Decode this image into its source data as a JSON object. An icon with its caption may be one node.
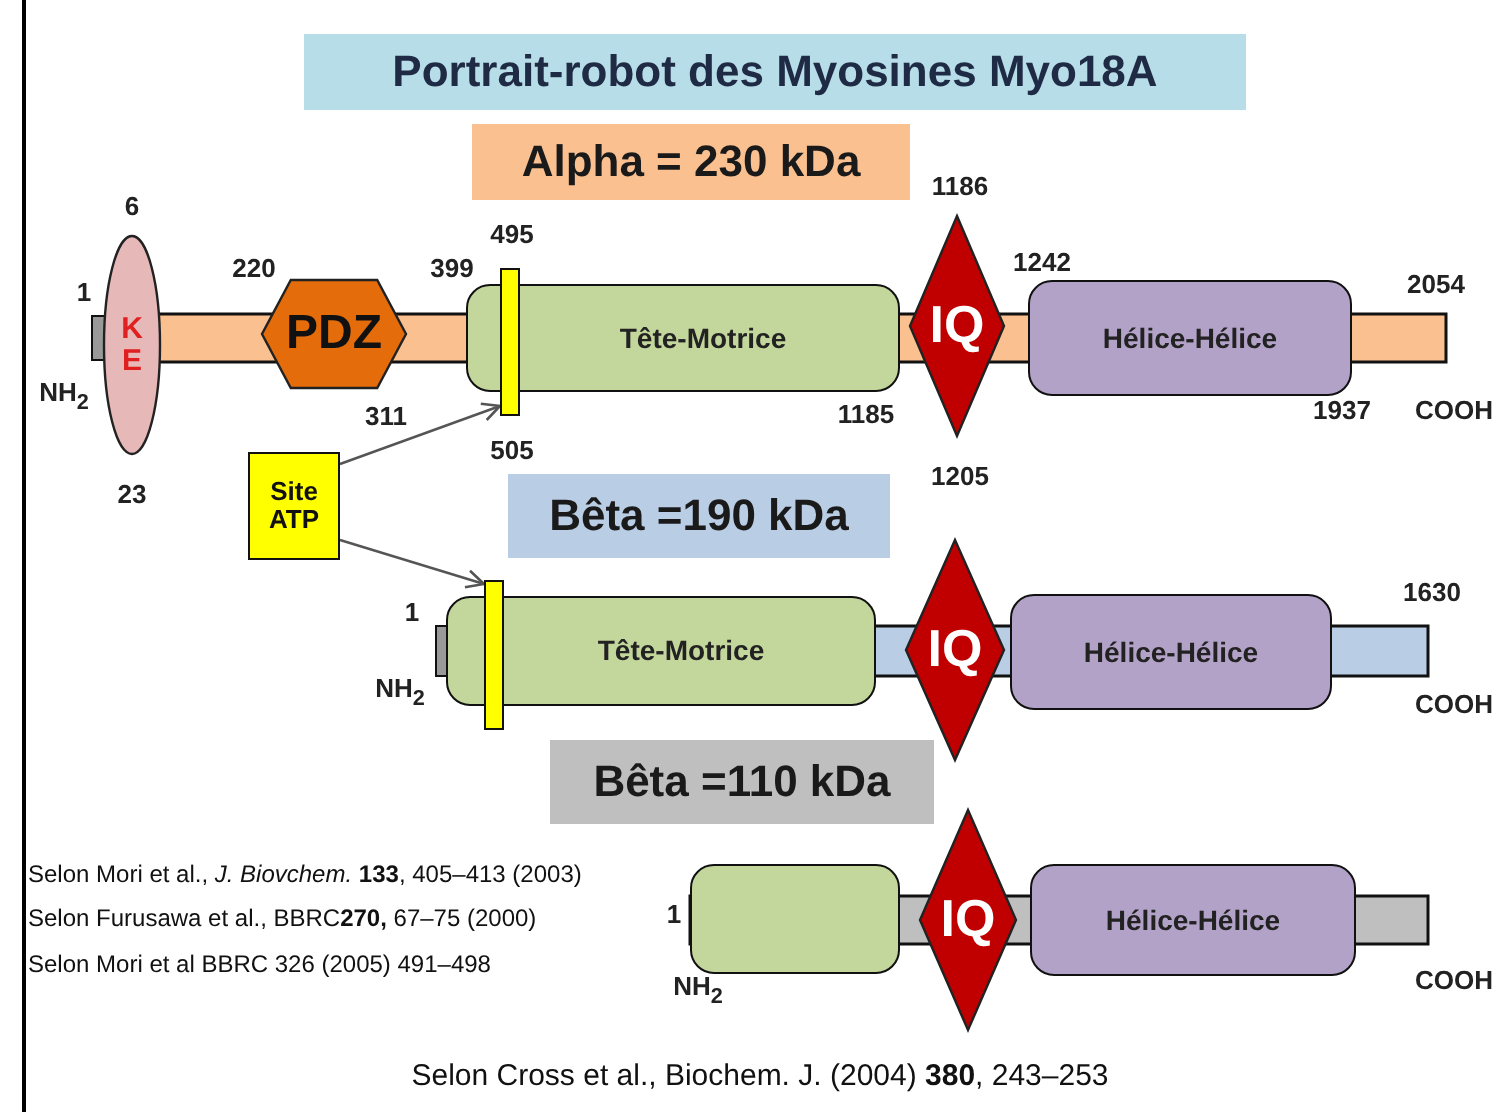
{
  "diagram": {
    "title": "Portrait-robot des Myosines Myo18A",
    "nodes": [
      {
        "text": [
          "Alpha = 230 kDa"
        ]
      },
      {
        "text": [
          "K E"
        ]
      },
      {
        "text": [
          "PDZ"
        ]
      },
      {
        "text": [
          "Tête-Motrice"
        ]
      },
      {
        "text": [],
        "shape": "bar"
      },
      {
        "text": [
          "IQ"
        ]
      },
      {
        "text": [
          "Hélice-Hélice"
        ]
      },
      {
        "text": [
          "Site ATP"
        ]
      },
      {
        "text": [
          "Bêta =190 kDa"
        ]
      },
      {
        "text": [
          "Tête-Motrice"
        ]
      },
      {
        "text": [],
        "shape": "bar"
      },
      {
        "text": [
          "IQ"
        ]
      },
      {
        "text": [
          "Hélice-Hélice"
        ]
      },
      {
        "text": [
          "Bêta =110 kDa"
        ]
      },
      {
        "text": [],
        "shape": "box"
      },
      {
        "text": [
          "IQ"
        ]
      },
      {
        "text": [
          "Hélice-Hélice"
        ]
      }
    ],
    "edges": [
      {
        "from": 7,
        "to": 4,
        "arrow": "to"
      },
      {
        "from": 7,
        "to": 10,
        "arrow": "to"
      }
    ],
    "labels": [
      "1186",
      "6",
      "495",
      "220",
      "399",
      "1242",
      "1",
      "2054",
      "NH$_{2}$",
      "311",
      "1185",
      "1937",
      "COOH",
      "505",
      "23",
      "1205",
      "1",
      "1630",
      "NH$_{2}$",
      "COOH",
      "Selon Mori et al., *J. Biovchem.* **133**, 405–413 (2003)",
      "Selon Furusawa et al., BBRC**270,** 67–75 (2000)",
      "1",
      "Selon Mori et al  BBRC 326 (2005) 491–498",
      "NH$_{2}$",
      "COOH",
      "Selon Cross et al., Biochem. J. (2004) **380**, 243–253"
    ]
  }
}
